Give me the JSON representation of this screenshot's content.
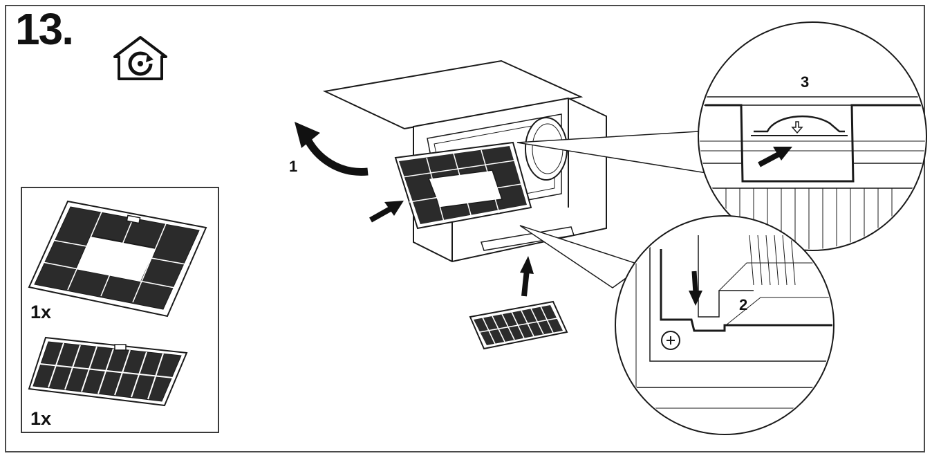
{
  "header": {
    "step_number": "13.",
    "mode_icon": "house-recirculation-icon"
  },
  "parts_box": {
    "items": [
      {
        "name": "grease-carbon-filter",
        "quantity": "1x"
      },
      {
        "name": "small-carbon-filter",
        "quantity": "1x"
      }
    ]
  },
  "callouts": {
    "step1": "1",
    "step2": "2",
    "step3": "3"
  },
  "colors": {
    "line": "#1a1a1a",
    "fill_dark": "#2b2b2b",
    "frame": "#4a4a4a"
  }
}
